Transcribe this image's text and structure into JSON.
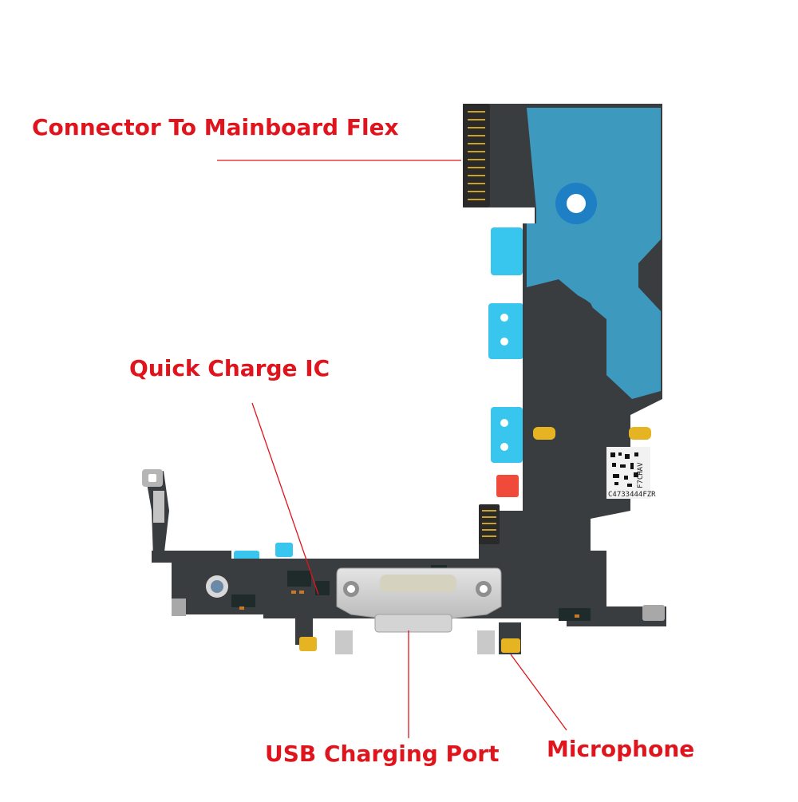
{
  "image": {
    "description_labels": {
      "connector": "Connector To Mainboard Flex",
      "quick_charge": "Quick Charge IC",
      "usb_port": "USB Charging Port",
      "microphone": "Microphone"
    },
    "sticker": {
      "code_line1": "F7CHAV",
      "code_line2": "C4733444FZR"
    },
    "colors": {
      "label_red": "#e0141c",
      "flex_dark": "#3a3d40",
      "flex_blue": "#3fa9d6",
      "tape_cyan": "#39c6ee",
      "port_silver": "#c9c9c9",
      "gold": "#e6b422"
    }
  }
}
